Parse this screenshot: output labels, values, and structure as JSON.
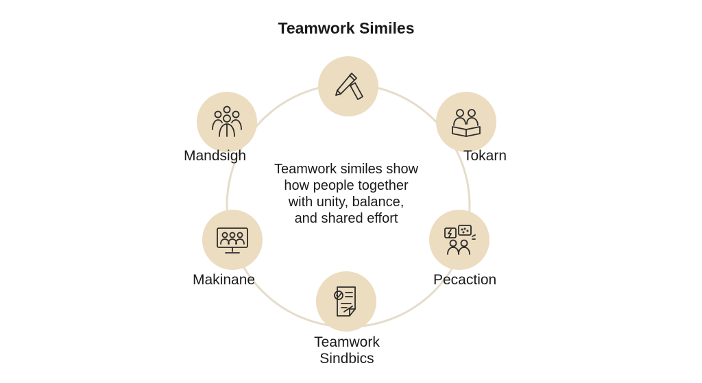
{
  "title": "Teamwork Similes",
  "center_text": [
    "Teamwork similes show",
    "how people together",
    "with unity, balance,",
    "and shared effort"
  ],
  "nodes": [
    {
      "label": "",
      "icon": "pen-ruler-icon"
    },
    {
      "label": "Tokarn",
      "icon": "two-people-reading-icon"
    },
    {
      "label": "Pecaction",
      "icon": "people-discussion-icon"
    },
    {
      "label": "Teamwork Sindbics",
      "label_lines": [
        "Teamwork",
        "Sindbics"
      ],
      "icon": "checklist-document-icon"
    },
    {
      "label": "Makinane",
      "icon": "video-conference-icon"
    },
    {
      "label": "Mandsigh",
      "icon": "group-of-people-icon"
    }
  ],
  "colors": {
    "node_fill": "#ecdcc0",
    "ring": "#e6dccb",
    "icon_stroke": "#2b2b2b",
    "text": "#1a1a1a"
  }
}
